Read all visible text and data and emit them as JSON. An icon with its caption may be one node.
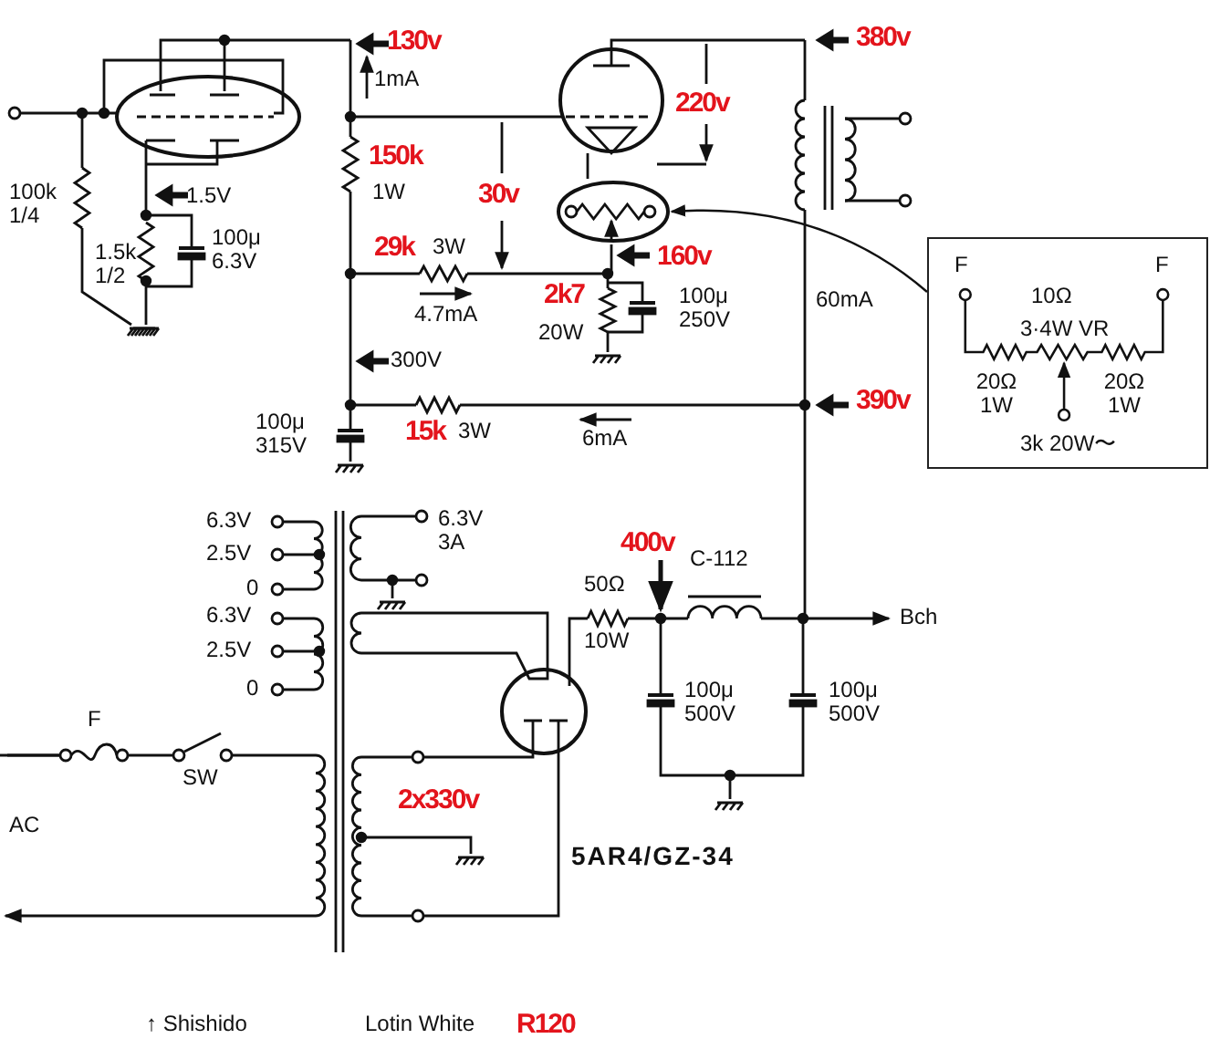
{
  "diagram": {
    "nodes": [
      {
        "text": [],
        "shape": "picture"
      },
      {
        "text": [
          "F",
          "F",
          "10Ω",
          "3·4W VR",
          "20Ω 1W",
          "20Ω 1W",
          "3k 20W〜"
        ]
      }
    ],
    "edges": [
      {
        "from": 1,
        "to": 0,
        "arrow": "to"
      }
    ],
    "labels": [
      "130v",
      "1mA",
      "380v",
      "220v",
      "150k",
      "100k 1/4",
      "1.5V",
      "1W",
      "30v",
      "1.5k 1/2",
      "100μ 6.3V",
      "29k",
      "3W",
      "160v",
      "4.7mA",
      "2k7",
      "20W",
      "100μ 250V",
      "60mA",
      "300V",
      "100μ 315V",
      "15k",
      "3W",
      "6mA",
      "390v",
      "6.3V",
      "2.5V",
      "0",
      "6.3V",
      "2.5V",
      "0",
      "6.3V 3A",
      "400v",
      "C-112",
      "50Ω",
      "10W",
      "Bch",
      "100μ 500V",
      "100μ 500V",
      "F",
      "SW",
      "AC",
      "2x330v",
      "5AR4/GZ-34",
      "↑ Shishido",
      "Lotin White",
      "R120"
    ]
  }
}
